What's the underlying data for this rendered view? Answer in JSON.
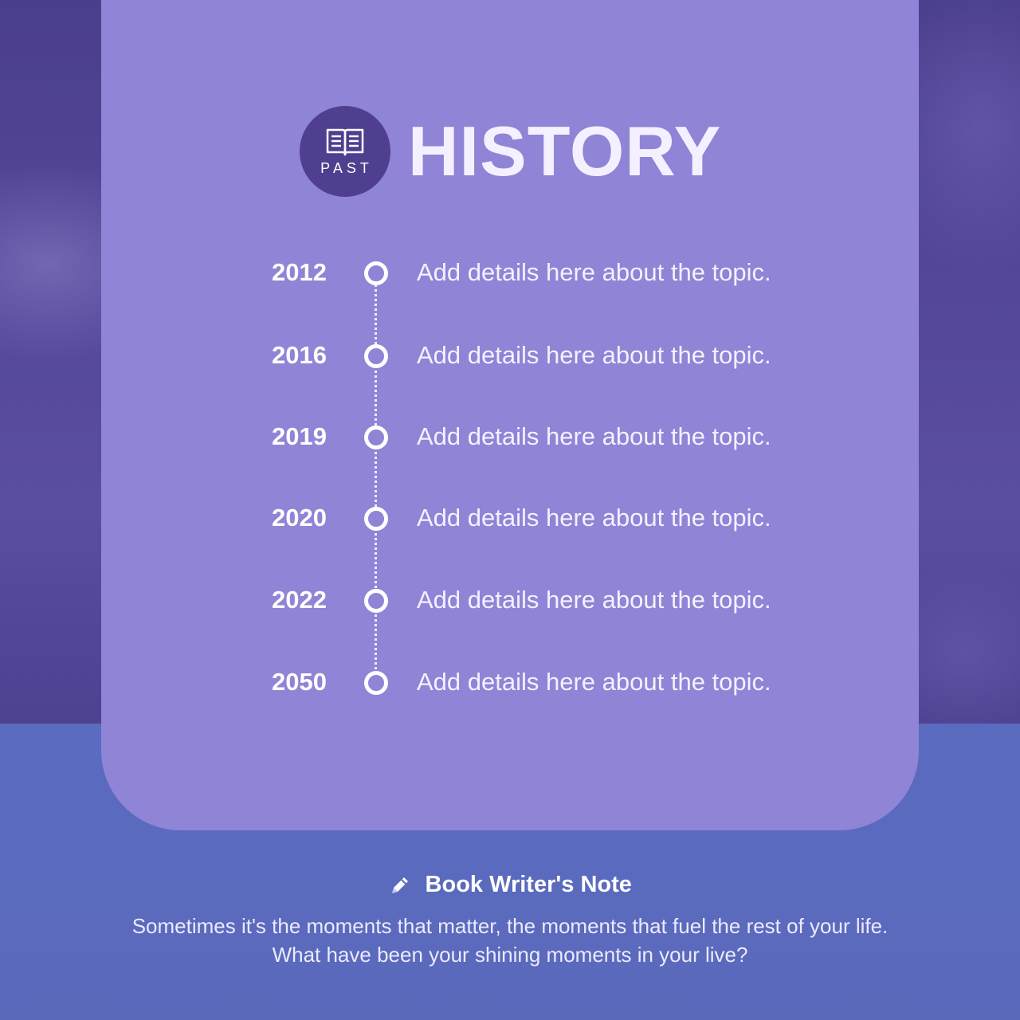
{
  "header": {
    "badge_label": "PAST",
    "badge_icon": "open-book-icon",
    "title": "HISTORY"
  },
  "timeline": [
    {
      "year": "2012",
      "text": "Add details here about the topic."
    },
    {
      "year": "2016",
      "text": "Add details here about the topic."
    },
    {
      "year": "2019",
      "text": "Add details here about the topic."
    },
    {
      "year": "2020",
      "text": "Add details here about the topic."
    },
    {
      "year": "2022",
      "text": "Add details here about the topic."
    },
    {
      "year": "2050",
      "text": "Add details here about the topic."
    }
  ],
  "note": {
    "icon": "pencil-icon",
    "title": "Book Writer's Note",
    "line1": "Sometimes it's the moments that matter, the moments that fuel the rest of your life.",
    "line2": "What have been your shining moments in your live?"
  },
  "colors": {
    "card": "#8f84d6",
    "badge": "#4f3f8e",
    "bottom_band": "#5a6bc0",
    "background_photo": "#4a3f8c"
  }
}
